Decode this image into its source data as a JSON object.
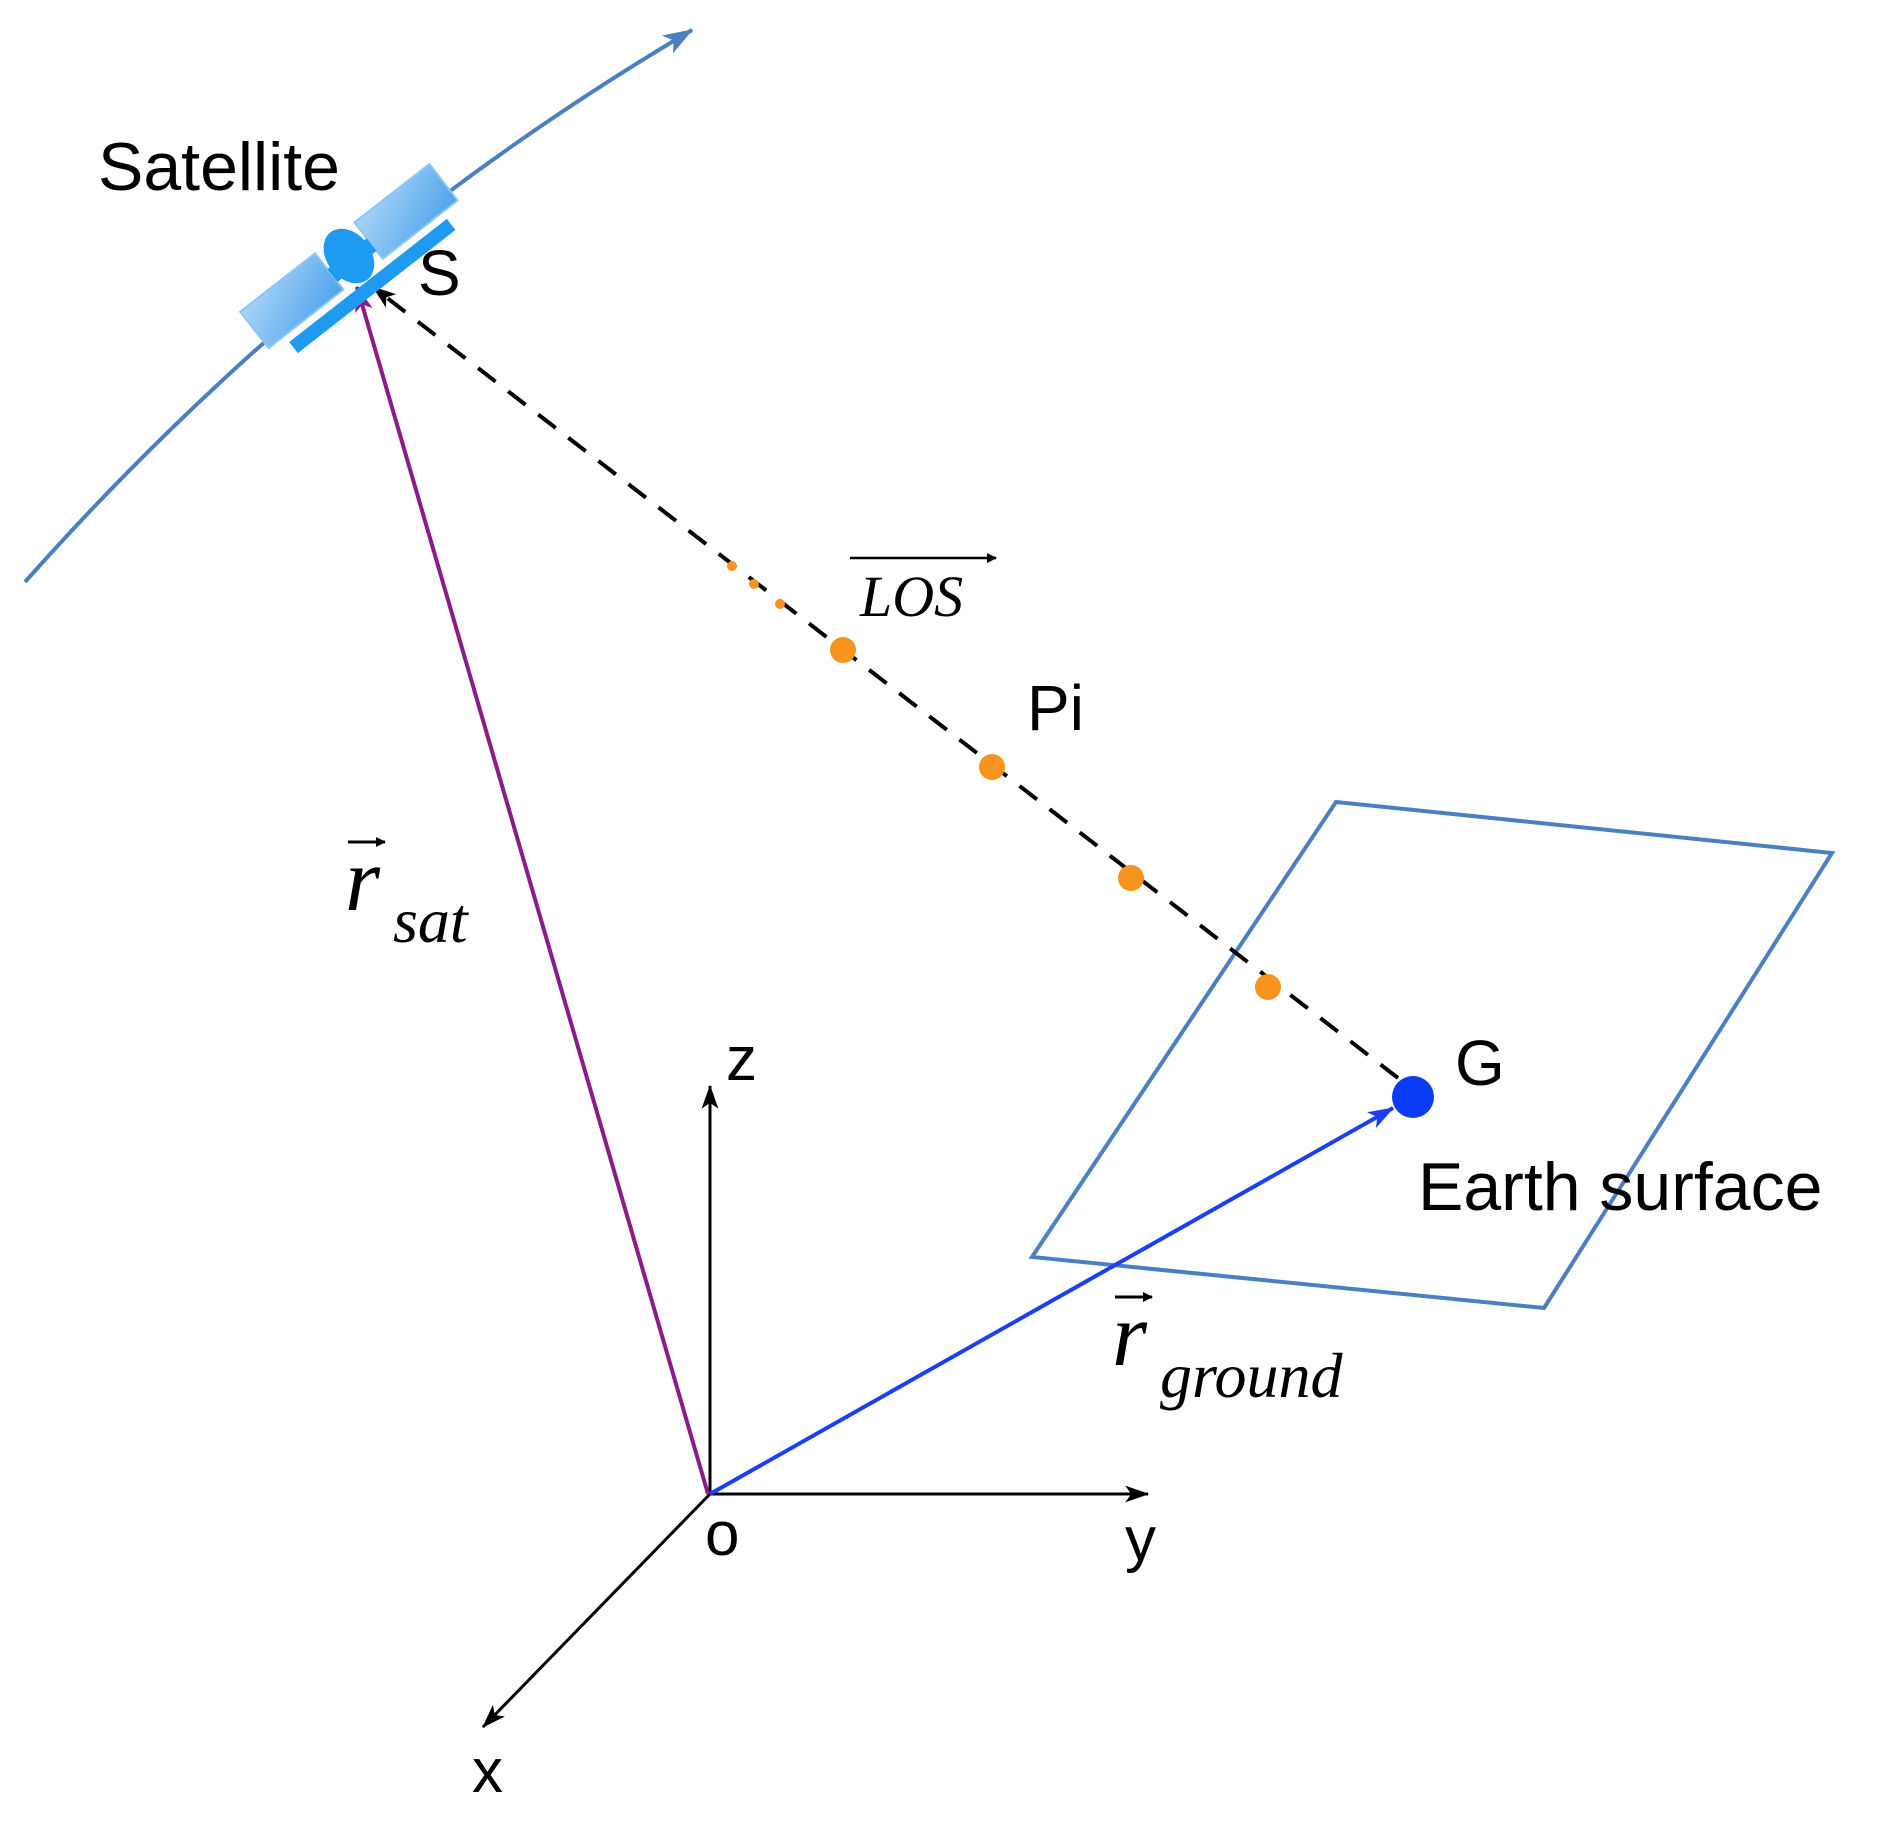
{
  "labels": {
    "satellite": "Satellite",
    "s_point": "S",
    "los": "LOS",
    "pi": "Pi",
    "g_point": "G",
    "earth_surface": "Earth surface",
    "r_symbol": "r",
    "r_sat_sub": "sat",
    "r_ground_sub": "ground",
    "axis_z": "z",
    "axis_y": "y",
    "axis_x": "x",
    "origin": "o"
  },
  "colors": {
    "orbit": "#4a7fc1",
    "satellite_body": "#1e9bf0",
    "satellite_panel": "#6fb6f2",
    "r_sat_vector": "#8b1a8b",
    "r_ground_vector": "#1a3ff5",
    "los_line": "#000000",
    "sample_points": "#f7931e",
    "ground_point": "#0a3cf5",
    "earth_plane": "#4a7fc1",
    "axes": "#000000"
  }
}
